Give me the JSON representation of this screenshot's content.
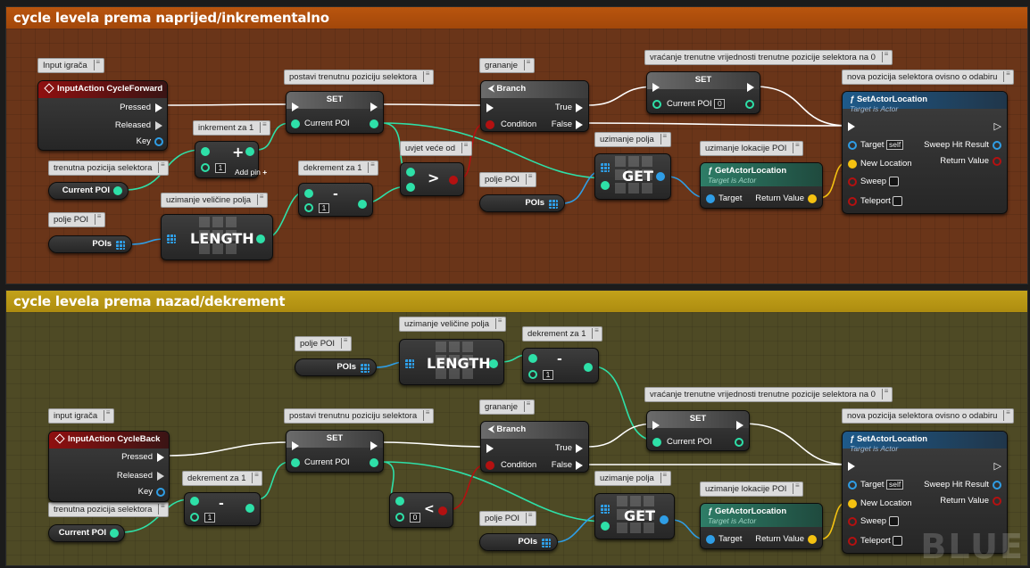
{
  "sections": {
    "forward_title": "cycle levela prema naprijed/inkrementalno",
    "back_title": "cycle levela prema nazad/dekrement"
  },
  "fwd": {
    "c_input": "Input igrača",
    "c_set": "postavi trenutnu poziciju selektora",
    "c_branch": "grananje",
    "c_set2": "vraćanje trenutne vrijednosti trenutne pozicije selektora na 0",
    "c_setloc": "nova pozicija selektora ovisno o odabiru",
    "c_inc": "inkrement za 1",
    "c_gt": "uvjet veće od",
    "c_get": "uzimanje polja",
    "c_getloc": "uzimanje lokacije POI",
    "c_curpoi": "trenutna pozicija selektora",
    "c_dec": "dekrement za 1",
    "c_len": "uzimanje veličine polja",
    "c_polje": "polje POI",
    "c_polje2": "polje POI",
    "input_title": "InputAction CycleForward",
    "pressed": "Pressed",
    "released": "Released",
    "key": "Key",
    "set_title": "SET",
    "current_poi": "Current POI",
    "branch_title": "Branch",
    "condition": "Condition",
    "true": "True",
    "false": "False",
    "set2_title": "SET",
    "set2_value": "0",
    "setloc_title": "SetActorLocation",
    "target_is_actor": "Target is Actor",
    "target": "Target",
    "self": "self",
    "sweep_hit_result": "Sweep Hit Result",
    "new_location": "New Location",
    "return_value": "Return Value",
    "sweep": "Sweep",
    "teleport": "Teleport",
    "add_pin": "Add pin",
    "inc_value": "1",
    "dec_value": "1",
    "curpoi_var": "Current POI",
    "pois_var": "POIs",
    "pois_var2": "POIs",
    "length": "LENGTH",
    "get": "GET",
    "getloc_title": "GetActorLocation",
    "gt_symbol": ">"
  },
  "back": {
    "c_polje": "polje POI",
    "c_len": "uzimanje veličine polja",
    "c_dec_top": "dekrement za 1",
    "c_input": "input igrača",
    "c_set": "postavi trenutnu poziciju selektora",
    "c_branch": "grananje",
    "c_set2": "vraćanje trenutne vrijednosti trenutne pozicije selektora na 0",
    "c_setloc": "nova pozicija selektora ovisno o odabiru",
    "c_dec": "dekrement za 1",
    "c_get": "uzimanje polja",
    "c_getloc": "uzimanje lokacije POI",
    "c_curpoi": "trenutna pozicija selektora",
    "c_polje2": "polje POI",
    "input_title": "InputAction CycleBack",
    "pressed": "Pressed",
    "released": "Released",
    "key": "Key",
    "set_title": "SET",
    "current_poi": "Current POI",
    "branch_title": "Branch",
    "condition": "Condition",
    "true": "True",
    "false": "False",
    "set2_title": "SET",
    "setloc_title": "SetActorLocation",
    "target_is_actor": "Target is Actor",
    "target": "Target",
    "self": "self",
    "sweep_hit_result": "Sweep Hit Result",
    "new_location": "New Location",
    "return_value": "Return Value",
    "sweep": "Sweep",
    "teleport": "Teleport",
    "dec_top_value": "1",
    "dec_value": "1",
    "lt_value": "0",
    "lt_symbol": "<",
    "curpoi_var": "Current POI",
    "pois_var": "POIs",
    "pois_var2": "POIs",
    "length": "LENGTH",
    "get": "GET",
    "getloc_title": "GetActorLocation"
  },
  "watermark": "BLUE",
  "colors": {
    "forward_header": "#b14f0c",
    "forward_body": "#6a3519",
    "back_header": "#b89815",
    "back_body": "#4e4a25",
    "exec_wire": "#ffffff",
    "int_wire": "#2ee0a8",
    "object_wire": "#2f9ee6",
    "vector_wire": "#f5c211",
    "bool_wire": "#b31111"
  }
}
